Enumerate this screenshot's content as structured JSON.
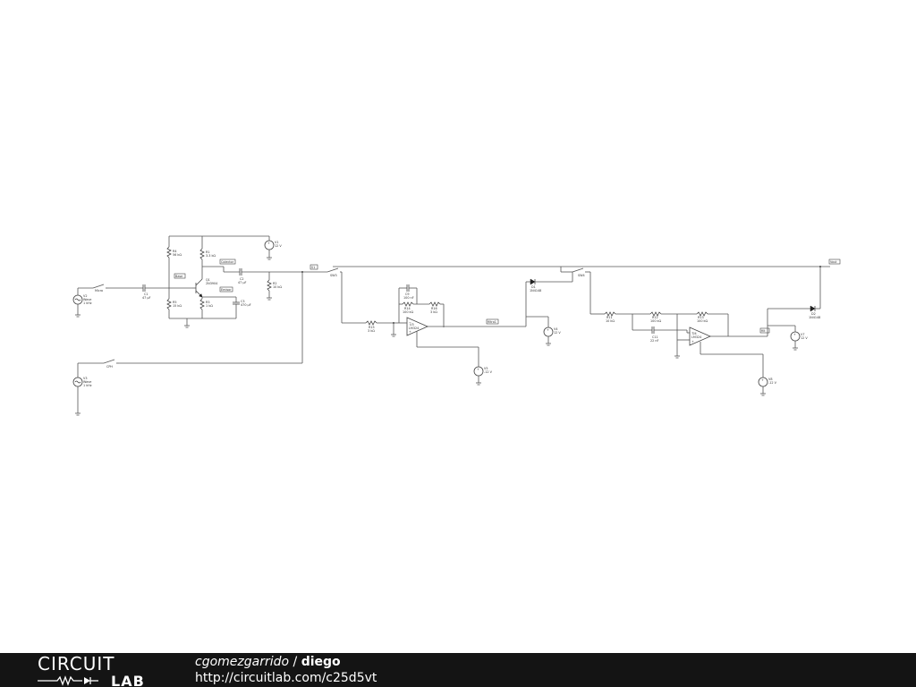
{
  "schematic": {
    "labels": {
      "V2": "V2",
      "V2v": "Wave",
      "V2f": "1 kHz",
      "V3": "V3",
      "V3v": "Wave",
      "V3f": "1 kHz",
      "SW1": "Micro",
      "SW2": "CPH",
      "C1": "C1",
      "C1v": "47 μF",
      "R4": "R4",
      "R4v": "56 kΩ",
      "R5": "R5",
      "R5v": "15 kΩ",
      "R1": "R1",
      "R1v": "3.3 kΩ",
      "Q1": "Q1",
      "Q1v": "2N3904",
      "R3": "R3",
      "R3v": "1 kΩ",
      "C3": "C3",
      "C3v": "470 μF",
      "C2": "C2",
      "C2v": "47 μF",
      "R2": "R2",
      "R2v": "10 kΩ",
      "V1": "V1",
      "V1v": "12 V",
      "Base": "Base",
      "Colector": "Colector",
      "Emisor": "Emisor",
      "S1": "S1",
      "SW3": "SW3",
      "SW4": "SW4",
      "C9": "C9",
      "C9v": "100 nF",
      "R14": "R14",
      "R14v": "100 kΩ",
      "R16": "R16",
      "R16v": "3 kΩ",
      "R15": "R15",
      "R15v": "3 kΩ",
      "U3": "U3",
      "U3v": "LM324",
      "D1": "D1",
      "D1v": "1N4148",
      "V4": "V4",
      "V4v": "12 V",
      "V5": "V5",
      "V5v": "-12 V",
      "filtro1": "filtro1",
      "R11": "R11",
      "R11v": "10 kΩ",
      "R12": "R12",
      "R12v": "100 kΩ",
      "R13": "R13",
      "R13v": "100 kΩ",
      "C11": "C11",
      "C11v": "22 nF",
      "U4": "U4",
      "U4v": "LM324",
      "filt2": "filt",
      "D2": "D2",
      "D2v": "1N4148",
      "V7": "V7",
      "V7v": "12 V",
      "V8": "V8",
      "V8v": "-12 V",
      "Vout": "Vout"
    }
  },
  "footer": {
    "logo_top": "CIRCUIT",
    "logo_bottom": "LAB",
    "author": "cgomezgarrido",
    "separator": " / ",
    "project": "diego",
    "url": "http://circuitlab.com/c25d5vt"
  }
}
